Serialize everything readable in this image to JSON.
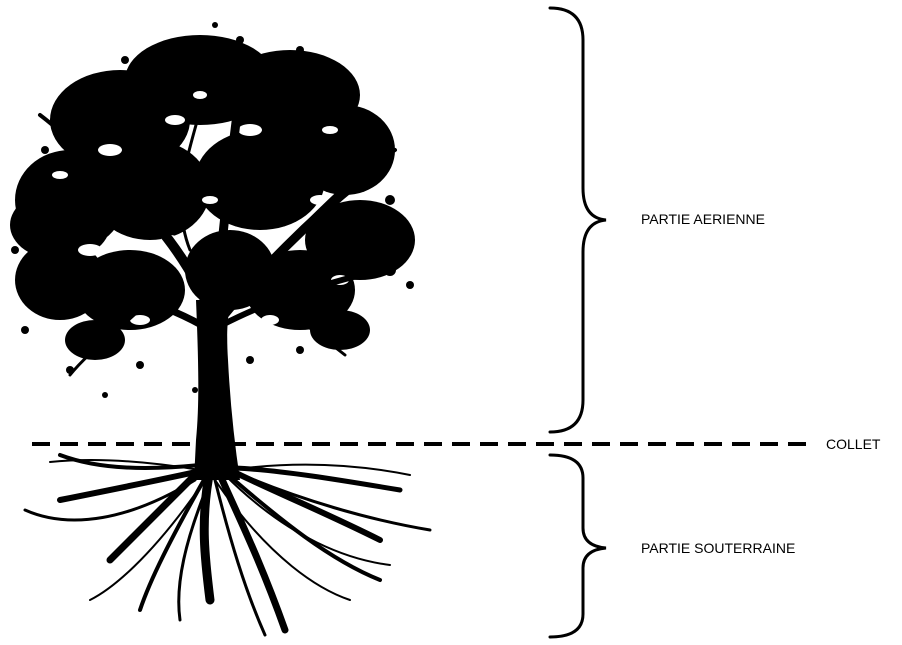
{
  "labels": {
    "aerial": "PARTIE AERIENNE",
    "collet": "COLLET",
    "underground": "PARTIE SOUTERRAINE"
  },
  "colors": {
    "ink": "#000000",
    "background": "#ffffff"
  },
  "illustration": {
    "subject": "tree-silhouette-with-roots"
  }
}
